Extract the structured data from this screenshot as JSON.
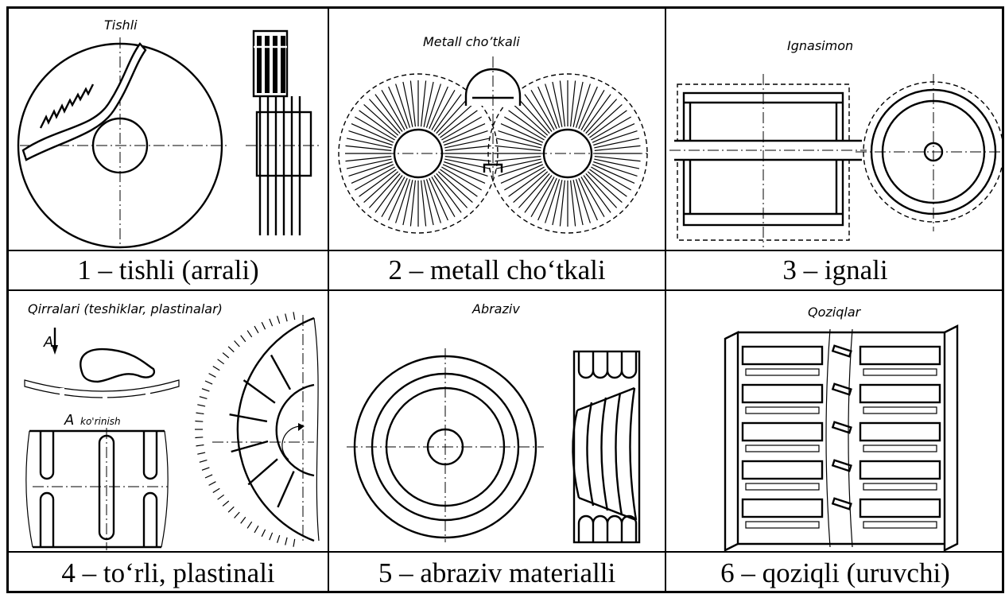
{
  "panels": [
    {
      "title": "Tishli",
      "caption": "1 – tishli (arrali)"
    },
    {
      "title": "Metall cho’tkali",
      "caption": "2 – metall cho‘tkali"
    },
    {
      "title": "Ignasimon",
      "caption": "3 – ignali"
    },
    {
      "title": "Qirralari (teshiklar, plastinalar)",
      "caption": "4 – to‘rli, plastinali",
      "label_a": "A",
      "label_view": "A",
      "label_view_sub": "ko'rinish"
    },
    {
      "title": "Abraziv",
      "caption": "5 – abraziv materialli"
    },
    {
      "title": "Qoziqlar",
      "caption": "6 – qoziqli (uruvchi)"
    }
  ]
}
